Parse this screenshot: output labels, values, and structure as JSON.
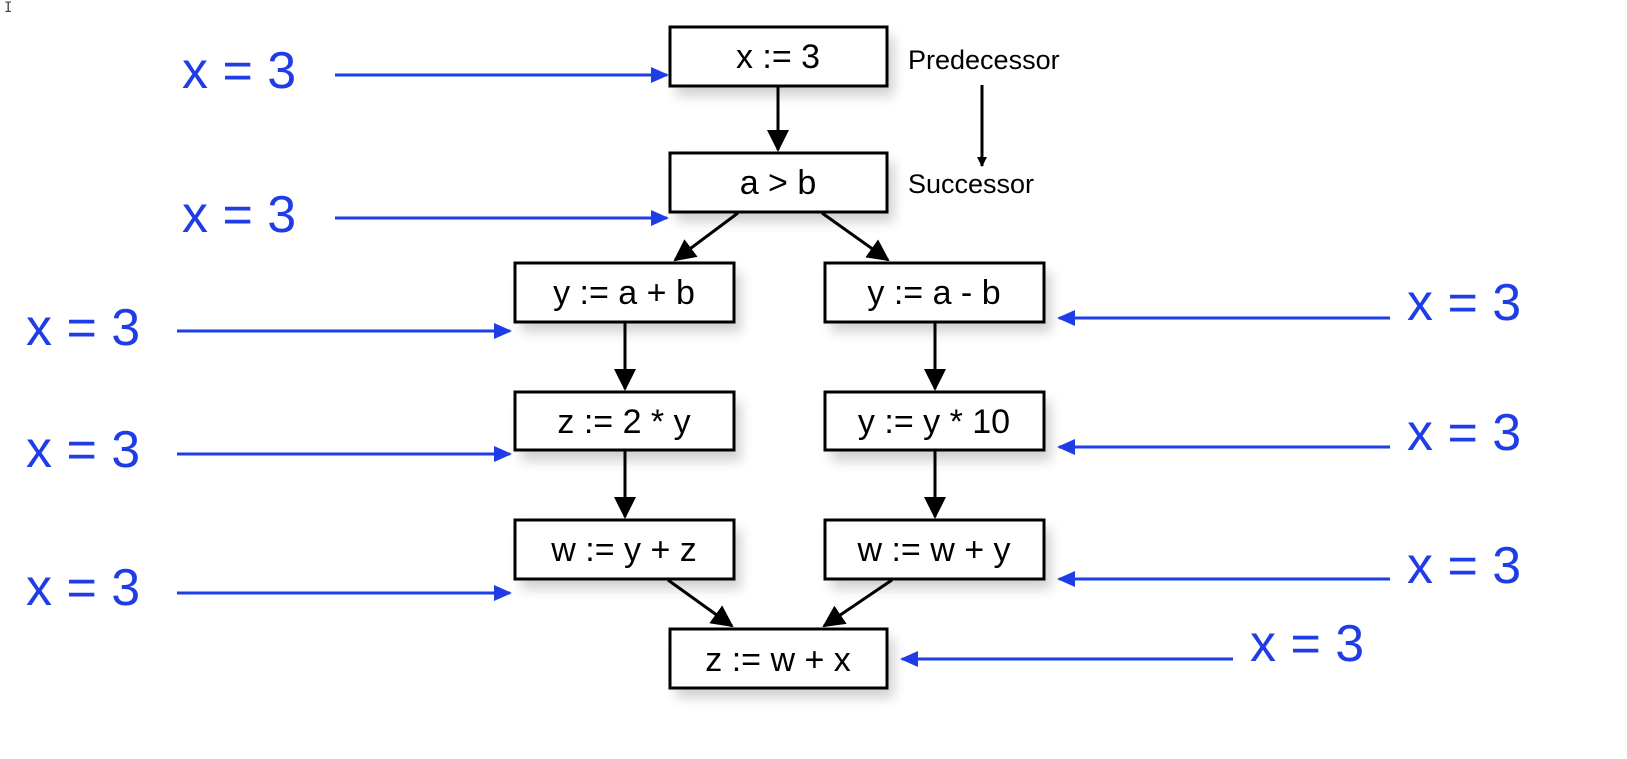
{
  "colors": {
    "annotation": "#1f3de6",
    "node_border": "#000000",
    "node_fill": "#ffffff",
    "edge": "#000000"
  },
  "legend": {
    "predecessor": "Predecessor",
    "successor": "Successor"
  },
  "cursor": "I",
  "nodes": {
    "n1": "x := 3",
    "n2": "a > b",
    "n3": "y := a + b",
    "n4": "y := a - b",
    "n5": "z := 2 * y",
    "n6": "y := y * 10",
    "n7": "w := y + z",
    "n8": "w := w + y",
    "n9": "z := w + x"
  },
  "annotations": {
    "a1": "x = 3",
    "a2": "x = 3",
    "a3": "x = 3",
    "a4": "x = 3",
    "a5": "x = 3",
    "a6": "x = 3",
    "a7": "x = 3",
    "a8": "x = 3",
    "a9": "x = 3"
  }
}
